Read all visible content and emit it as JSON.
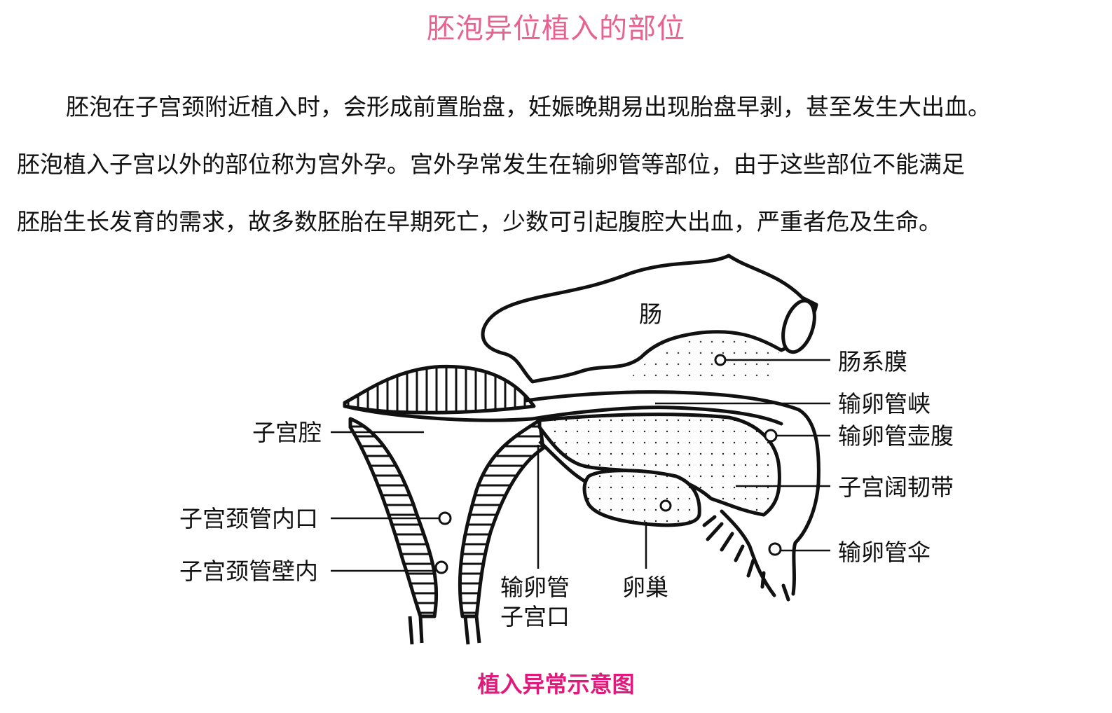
{
  "title": "胚泡异位植入的部位",
  "paragraph": {
    "line1": "胚泡在子宫颈附近植入时，会形成前置胎盘，妊娠晚期易出现胎盘早剥，甚至发生大出血。",
    "line2": "胚泡植入子宫以外的部位称为宫外孕。宫外孕常发生在输卵管等部位，由于这些部位不能满足",
    "line3": "胚胎生长发育的需求，故多数胚胎在早期死亡，少数可引起腹腔大出血，严重者危及生命。"
  },
  "diagram": {
    "labels": {
      "intestine": "肠",
      "mesentery": "肠系膜",
      "isthmus": "输卵管峡",
      "ampulla": "输卵管壶腹",
      "broad_ligament": "子宫阔韧带",
      "fimbria": "输卵管伞",
      "uterine_cavity": "子宫腔",
      "internal_os": "子宫颈管内口",
      "cervical_wall": "子宫颈管壁内",
      "tube_uterine_opening_1": "输卵管",
      "tube_uterine_opening_2": "子宫口",
      "ovary": "卵巢"
    }
  },
  "caption": "植入异常示意图",
  "colors": {
    "title": "#e8628f",
    "caption": "#e0197a",
    "ink": "#111111"
  }
}
